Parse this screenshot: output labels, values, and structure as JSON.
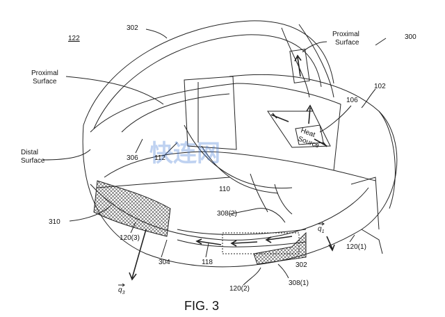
{
  "figure": {
    "caption": "FIG. 3",
    "labels": {
      "ref_122": "122",
      "ref_302_top": "302",
      "proximal_surface_top_1": "Proximal",
      "proximal_surface_top_2": "Surface",
      "ref_300": "300",
      "proximal_surface_left_1": "Proximal",
      "proximal_surface_left_2": "Surface",
      "ref_106": "106",
      "ref_102": "102",
      "distal_surface_1": "Distal",
      "distal_surface_2": "Surface",
      "ref_306": "306",
      "ref_112": "112",
      "heat_source_1": "Heat",
      "heat_source_2": "Source",
      "ref_110": "110",
      "ref_308_2": "308(2)",
      "ref_310": "310",
      "q1": "q",
      "q1_sub": "1",
      "ref_120_1": "120(1)",
      "ref_120_3": "120(3)",
      "ref_304": "304",
      "ref_118": "118",
      "ref_308_1": "308(1)",
      "ref_302_bottom": "302",
      "ref_120_2": "120(2)",
      "q3": "q",
      "q3_sub": "3"
    },
    "watermark": "快连网"
  }
}
